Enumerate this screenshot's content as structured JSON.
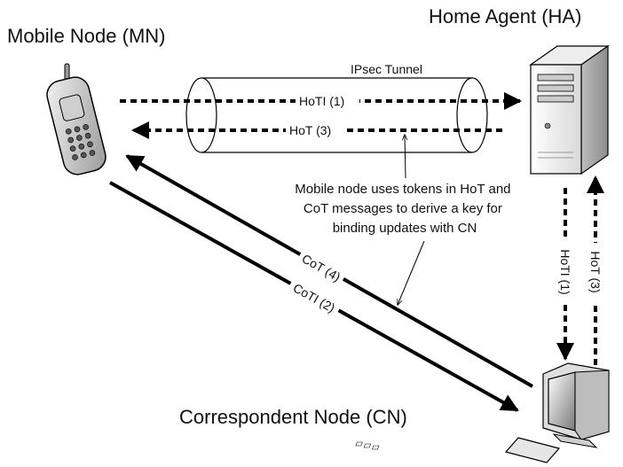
{
  "nodes": {
    "mobile": "Mobile Node (MN)",
    "home": "Home Agent (HA)",
    "correspondent": "Correspondent Node (CN)"
  },
  "tunnel": "IPsec Tunnel",
  "messages": {
    "hoti_top": "HoTI (1)",
    "hot_top": "HoT (3)",
    "cot": "CoT (4)",
    "coti": "CoTI (2)",
    "hoti_vertical": "HoTI (1)",
    "hot_vertical": "HoT (3)"
  },
  "annotation": [
    "Mobile node uses tokens in HoT and",
    "CoT messages to derive a key for",
    "binding updates with CN"
  ],
  "icons": [
    "mobile-phone-icon",
    "server-tower-icon",
    "desktop-computer-icon"
  ]
}
